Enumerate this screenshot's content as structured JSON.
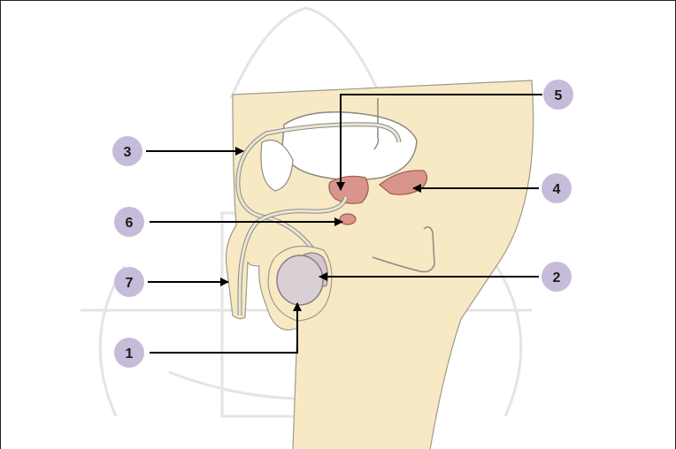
{
  "callouts": [
    {
      "id": "1",
      "text": "1"
    },
    {
      "id": "2",
      "text": "2"
    },
    {
      "id": "3",
      "text": "3"
    },
    {
      "id": "4",
      "text": "4"
    },
    {
      "id": "5",
      "text": "5"
    },
    {
      "id": "6",
      "text": "6"
    },
    {
      "id": "7",
      "text": "7"
    }
  ],
  "colors": {
    "badge_fill": "#c6bcd9",
    "skin": "#f7e9c4",
    "skin_outline": "#9e9a8c",
    "gland": "#d9958b",
    "testis": "#d9d0d6",
    "duct": "#e9e5d8",
    "watermark": "#e7e3e3"
  }
}
